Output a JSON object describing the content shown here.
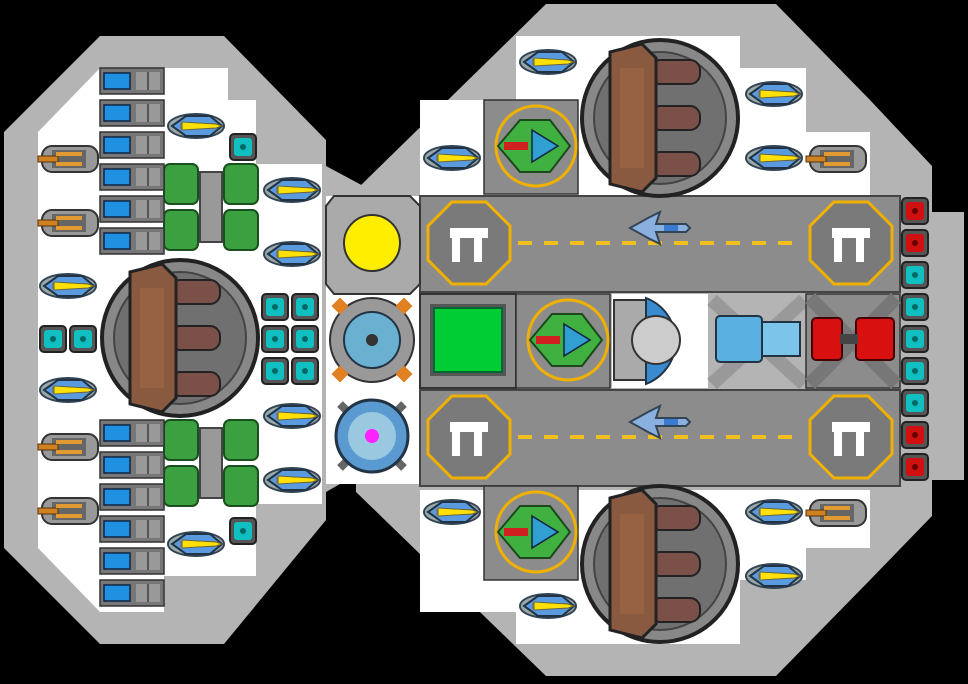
{
  "scene": {
    "kind": "top-down spaceship deck",
    "palette": {
      "background": "#000000",
      "hull": "#b4b4b4",
      "floor": "#ffffff",
      "runway": "#8c8c8c",
      "runway_stripe": "#f0c020",
      "reactor_yellow": "#ffee00",
      "cargo_green": "#00cc33",
      "gauge_magenta": "#ff22ff",
      "cell_cyan": "#10c0c0",
      "cell_red": "#d01010",
      "turret_yellow": "#ffe000",
      "turret_orange": "#d08020",
      "tank_green": "#3aa040",
      "cannon_brown": "#8a5a40"
    },
    "hull_sections": [
      "left-hull",
      "right-hull"
    ],
    "runways": [
      {
        "id": "runway-top",
        "marker_left": "landing-pad-icon",
        "marker_right": "landing-pad-icon",
        "craft": "fighter-icon"
      },
      {
        "id": "runway-bottom",
        "marker_left": "landing-pad-icon",
        "marker_right": "landing-pad-icon",
        "craft": "fighter-icon"
      }
    ],
    "modules": {
      "reactor": "reactor-core-icon",
      "shield_generator": "shield-generator-icon",
      "gravity_gauge": "gravity-gauge-icon",
      "cargo_bay": "cargo-bay-icon",
      "sensor_dome": "sensor-dome-icon",
      "blue_thruster": "thruster-blue-icon",
      "red_thruster": "thruster-red-icon"
    },
    "cell_column": [
      "red",
      "red",
      "cyan",
      "cyan",
      "cyan",
      "cyan",
      "cyan",
      "red",
      "red"
    ]
  }
}
